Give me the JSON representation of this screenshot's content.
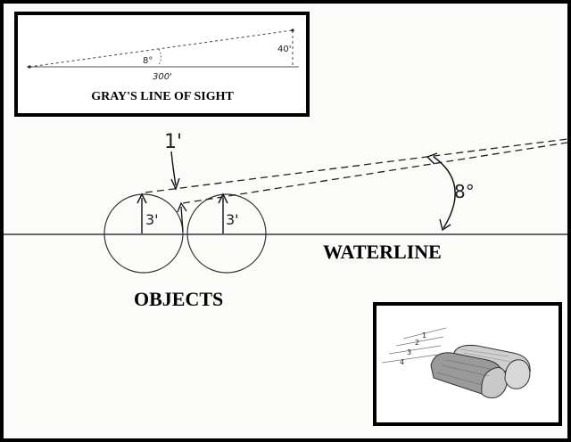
{
  "inset_top": {
    "caption": "GRAY'S LINE OF SIGHT",
    "angle_label": "8°",
    "distance_label": "300'",
    "height_label": "40'"
  },
  "main": {
    "gap_label": "1'",
    "angle_label": "8°",
    "left_height_label": "3'",
    "right_height_label": "3'",
    "waterline_label": "WATERLINE",
    "objects_label": "OBJECTS"
  },
  "inset_bottom": {
    "line_numbers": [
      "1",
      "2",
      "3",
      "4"
    ]
  }
}
